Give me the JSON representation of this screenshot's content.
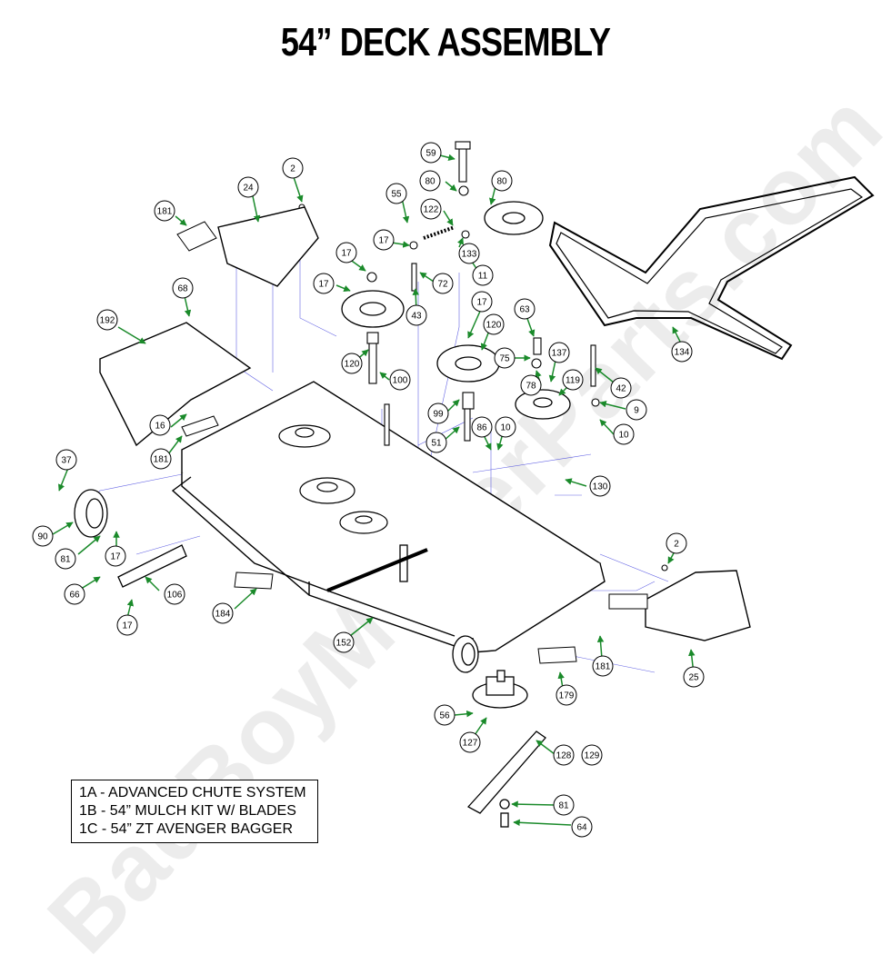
{
  "title": "54” DECK ASSEMBLY",
  "watermark": "BadBoyMowerParts.com",
  "kits": [
    "1A - ADVANCED CHUTE SYSTEM",
    "1B - 54” MULCH KIT W/ BLADES",
    "1C - 54” ZT AVENGER BAGGER"
  ],
  "callouts": [
    "2",
    "181",
    "24",
    "68",
    "192",
    "16",
    "181",
    "37",
    "90",
    "81",
    "17",
    "66",
    "17",
    "106",
    "184",
    "152",
    "17",
    "17",
    "120",
    "100",
    "55",
    "17",
    "43",
    "72",
    "122",
    "80",
    "59",
    "80",
    "133",
    "11",
    "17",
    "120",
    "99",
    "51",
    "63",
    "75",
    "78",
    "137",
    "119",
    "86",
    "10",
    "42",
    "9",
    "10",
    "134",
    "130",
    "2",
    "181",
    "25",
    "179",
    "56",
    "127",
    "128",
    "129",
    "81",
    "64"
  ],
  "colors": {
    "arrow": "#1a8a2a",
    "leader": "#3b3bdd",
    "line": "#000000",
    "watermark": "#ececec"
  }
}
